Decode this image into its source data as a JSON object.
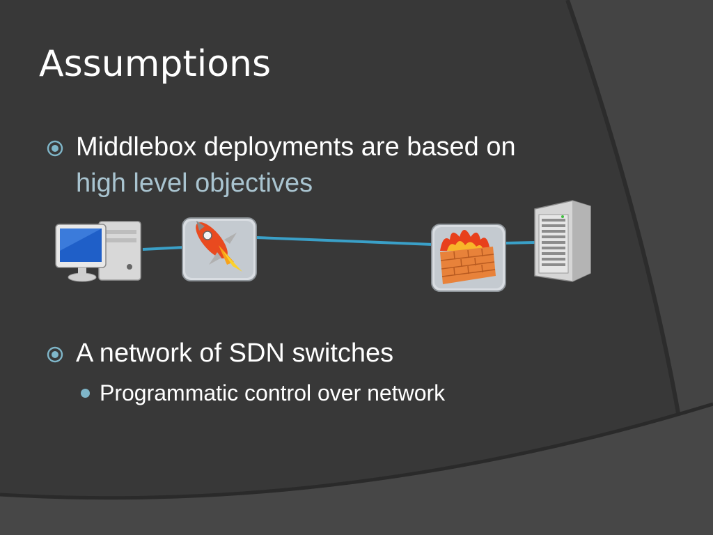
{
  "slide": {
    "title": "Assumptions",
    "bullets": [
      {
        "text": "Middlebox deployments are based on",
        "highlight": "high level objectives"
      },
      {
        "text": "A network of SDN switches",
        "subitems": [
          "Programmatic control over network"
        ]
      }
    ]
  },
  "diagram": {
    "nodes": [
      "desktop-computer-icon",
      "rocket-icon",
      "firewall-icon",
      "server-icon"
    ],
    "link_color": "#3aa0c8"
  },
  "colors": {
    "background": "#373737",
    "highlight_text": "#a9c4d0",
    "bullet_accent": "#7fb6c9"
  }
}
